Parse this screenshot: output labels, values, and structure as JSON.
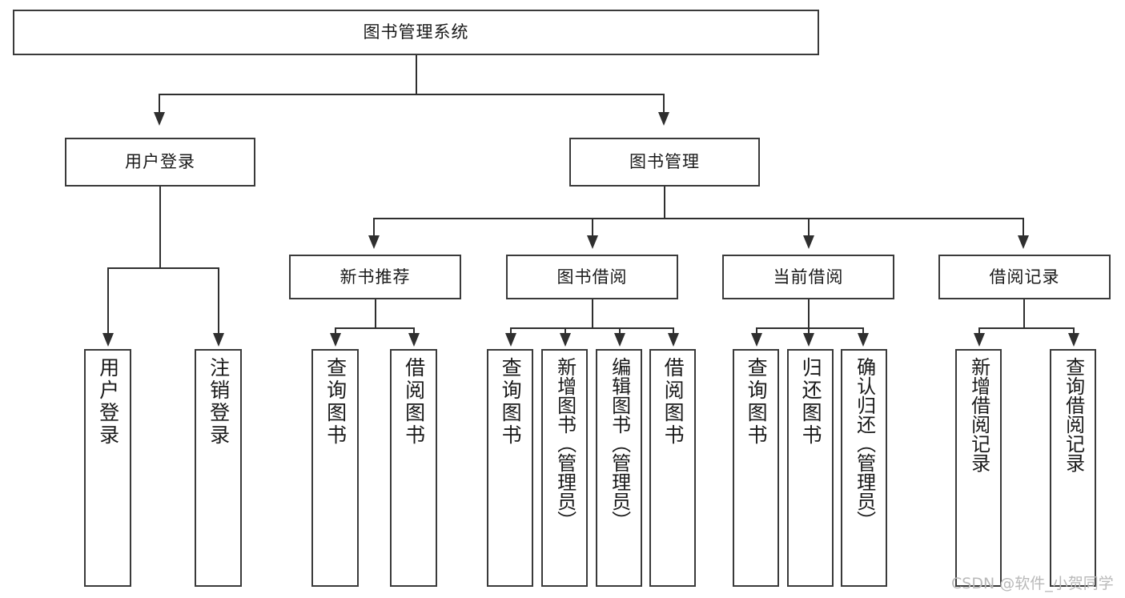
{
  "diagram": {
    "title": "图书管理系统",
    "root": {
      "label": "图书管理系统"
    },
    "level1": [
      {
        "label": "用户登录"
      },
      {
        "label": "图书管理"
      }
    ],
    "level2": [
      {
        "label": "新书推荐"
      },
      {
        "label": "图书借阅"
      },
      {
        "label": "当前借阅"
      },
      {
        "label": "借阅记录"
      }
    ],
    "leaves": {
      "user_login": [
        {
          "label": "用户登录"
        },
        {
          "label": "注销登录"
        }
      ],
      "new_book": [
        {
          "label": "查询图书"
        },
        {
          "label": "借阅图书"
        }
      ],
      "borrow_book": [
        {
          "label": "查询图书"
        },
        {
          "label": "新增图书（管理员）"
        },
        {
          "label": "编辑图书（管理员）"
        },
        {
          "label": "借阅图书"
        }
      ],
      "current_borrow": [
        {
          "label": "查询图书"
        },
        {
          "label": "归还图书"
        },
        {
          "label": "确认归还（管理员）"
        }
      ],
      "borrow_record": [
        {
          "label": "新增借阅记录"
        },
        {
          "label": "查询借阅记录"
        }
      ]
    }
  },
  "watermark": {
    "text": "CSDN @软件_小贺同学"
  },
  "colors": {
    "stroke": "#3a3a3a",
    "connector": "#2f2f2f",
    "background": "#ffffff",
    "text": "#1a1a1a",
    "watermark": "#b9b9b9"
  }
}
